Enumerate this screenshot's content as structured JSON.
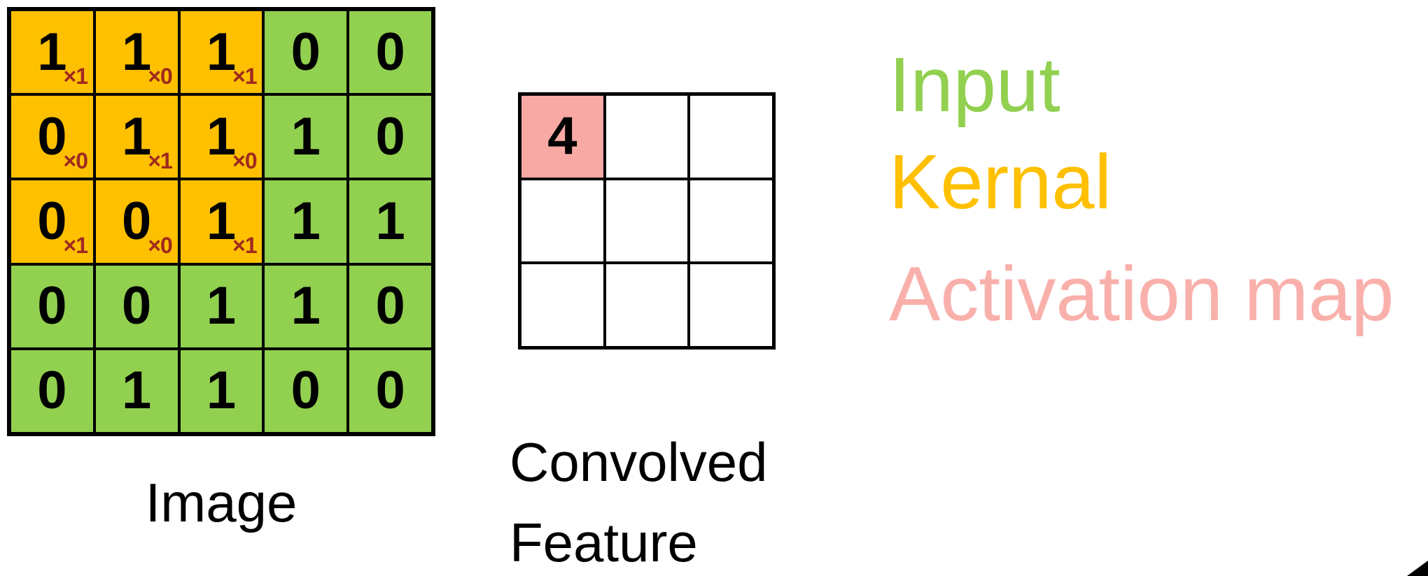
{
  "figure": {
    "image_grid": {
      "label": "Image",
      "rows": 5,
      "cols": 5,
      "values": [
        [
          1,
          1,
          1,
          0,
          0
        ],
        [
          0,
          1,
          1,
          1,
          0
        ],
        [
          0,
          0,
          1,
          1,
          1
        ],
        [
          0,
          0,
          1,
          1,
          0
        ],
        [
          0,
          1,
          1,
          0,
          0
        ]
      ],
      "kernel": {
        "row_start": 0,
        "col_start": 0,
        "weights": [
          [
            1,
            0,
            1
          ],
          [
            0,
            1,
            0
          ],
          [
            1,
            0,
            1
          ]
        ],
        "multiplier_prefix": "×"
      }
    },
    "convolved_grid": {
      "label_lines": [
        "Convolved",
        "Feature"
      ],
      "rows": 3,
      "cols": 3,
      "values": [
        [
          "4",
          "",
          ""
        ],
        [
          "",
          "",
          ""
        ],
        [
          "",
          "",
          ""
        ]
      ],
      "highlight_cell": {
        "row": 0,
        "col": 0
      }
    },
    "legend": [
      {
        "label": "Input",
        "color": "#92D050"
      },
      {
        "label": "Kernal",
        "color": "#FFC000"
      },
      {
        "label": "Activation map",
        "color": "#F9B0AB"
      }
    ],
    "colors": {
      "input_cell_green": "#92D050",
      "kernel_cell_orange": "#FFC000",
      "activation_cell_pink": "#F8A9A4",
      "kernel_multiplier_red": "#9E2A20",
      "grid_line_black": "#000000"
    }
  }
}
